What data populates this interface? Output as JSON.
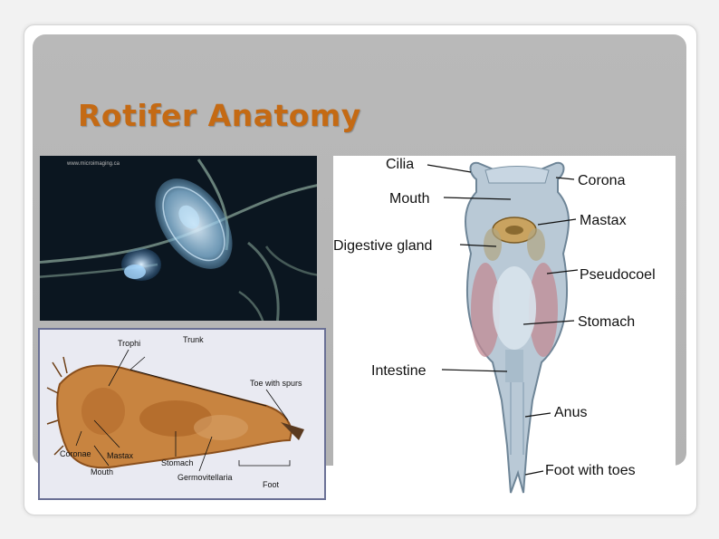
{
  "slide": {
    "title": "Rotifer Anatomy"
  },
  "photo": {
    "watermark": "www.microimaging.ca"
  },
  "drawing": {
    "labels": {
      "trophi": "Trophi",
      "trunk": "Trunk",
      "toe": "Toe with spurs",
      "coronae": "Coronae",
      "mastax": "Mastax",
      "mouth": "Mouth",
      "stomach": "Stomach",
      "germo": "Germovitellaria",
      "foot": "Foot"
    }
  },
  "diagram": {
    "labels": {
      "cilia": "Cilia",
      "corona": "Corona",
      "mouth": "Mouth",
      "mastax": "Mastax",
      "digestive": "Digestive gland",
      "pseudocoel": "Pseudocoel",
      "stomach": "Stomach",
      "intestine": "Intestine",
      "anus": "Anus",
      "foot": "Foot with toes"
    }
  },
  "colors": {
    "title": "#c46a14",
    "panel": "#b5b5b5",
    "drawing_border": "#6a7095"
  }
}
